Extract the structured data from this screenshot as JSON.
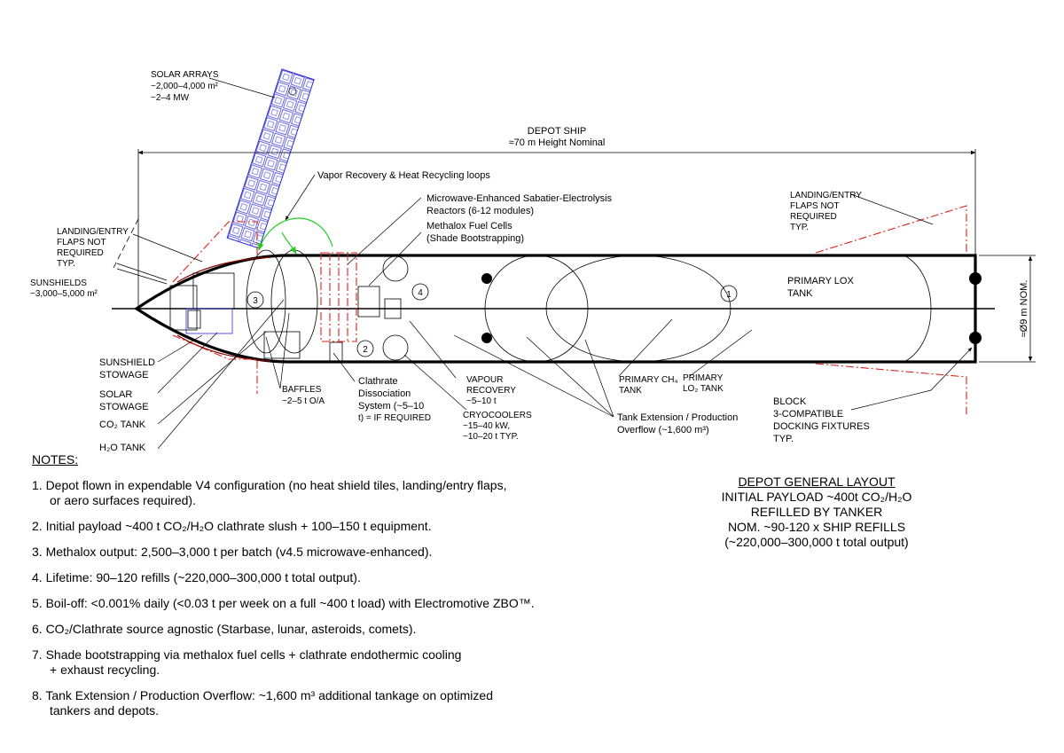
{
  "labels": {
    "solar_arrays": [
      "SOLAR ARRAYS",
      "~2,000–4,000 m²",
      "~2–4 MW"
    ],
    "depot_ship": [
      "DEPOT SHIP",
      "≈70 m Height Nominal"
    ],
    "vapor_recovery_loops": "Vapor Recovery & Heat Recycling loops",
    "sabatier": [
      "Microwave-Enhanced Sabatier-Electrolysis",
      "Reactors (6-12 modules)"
    ],
    "fuel_cells": [
      "Methalox Fuel Cells",
      "(Shade Bootstrapping)"
    ],
    "flaps_left": [
      "LANDING/ENTRY",
      "FLAPS NOT",
      "REQUIRED",
      "TYP."
    ],
    "flaps_right": [
      "LANDING/ENTRY",
      "FLAPS NOT",
      "REQUIRED",
      "TYP."
    ],
    "sunshields": [
      "SUNSHIELDS",
      "~3,000–5,000 m²"
    ],
    "primary_lox": [
      "PRIMARY LOX",
      "TANK"
    ],
    "diameter": "≈Ø9 m NOM.",
    "sunshield_stowage": [
      "SUNSHIELD",
      "STOWAGE"
    ],
    "solar_stowage": [
      "SOLAR",
      "STOWAGE"
    ],
    "co2_tank": "CO₂ TANK",
    "h2o_tank": "H₂O TANK",
    "baffles": [
      "BAFFLES",
      "~2–5 t O/A"
    ],
    "clathrate": [
      "Clathrate",
      "Dissociation",
      "System (~5–10",
      "t) = IF REQUIRED"
    ],
    "vapour_recovery": [
      "VAPOUR",
      "RECOVERY",
      "~5–10 t"
    ],
    "cryocoolers": [
      "CRYOCOOLERS",
      "~15–40 kW,",
      "~10–20 t TYP."
    ],
    "primary_ch4": [
      "PRIMARY CH₄",
      "TANK"
    ],
    "primary_lo2": [
      "PRIMARY",
      "LO₂ TANK"
    ],
    "tank_extension": [
      "Tank Extension / Production",
      "Overflow (~1,600 m³)"
    ],
    "docking": [
      "BLOCK",
      "3-COMPATIBLE",
      "DOCKING  FIXTURES",
      "TYP."
    ],
    "balloons": [
      "1",
      "2",
      "3",
      "4"
    ]
  },
  "notes": {
    "header": "NOTES:",
    "items": [
      [
        "1. Depot flown in expendable V4 configuration (no heat shield tiles, landing/entry flaps,",
        "or aero surfaces required)."
      ],
      [
        "2. Initial payload ~400 t CO₂/H₂O clathrate slush + 100–150 t equipment."
      ],
      [
        "3. Methalox output: 2,500–3,000 t per batch (v4.5 microwave-enhanced)."
      ],
      [
        "4. Lifetime: 90–120 refills (~220,000–300,000 t total output)."
      ],
      [
        "5. Boil-off:  <0.001% daily (<0.03 t per week on a full ~400 t load) with Electromotive ZBO™."
      ],
      [
        "6. CO₂/Clathrate source agnostic (Starbase, lunar, asteroids, comets)."
      ],
      [
        "7. Shade bootstrapping via methalox fuel cells + clathrate endothermic cooling",
        "+ exhaust recycling."
      ],
      [
        "8. Tank Extension / Production Overflow: ~1,600 m³ additional tankage on optimized",
        "tankers and depots."
      ]
    ]
  },
  "layout_title": [
    "DEPOT GENERAL LAYOUT",
    "INITIAL PAYLOAD ~400t CO₂/H₂O",
    "REFILLED BY TANKER",
    "NOM. ~90-120 x SHIP REFILLS",
    "(~220,000–300,000 t total output)"
  ],
  "colors": {
    "line": "#000000",
    "flaps": "#e0201b",
    "solar": "#2a2ad6",
    "loop": "#22cc22",
    "background": "#ffffff"
  }
}
